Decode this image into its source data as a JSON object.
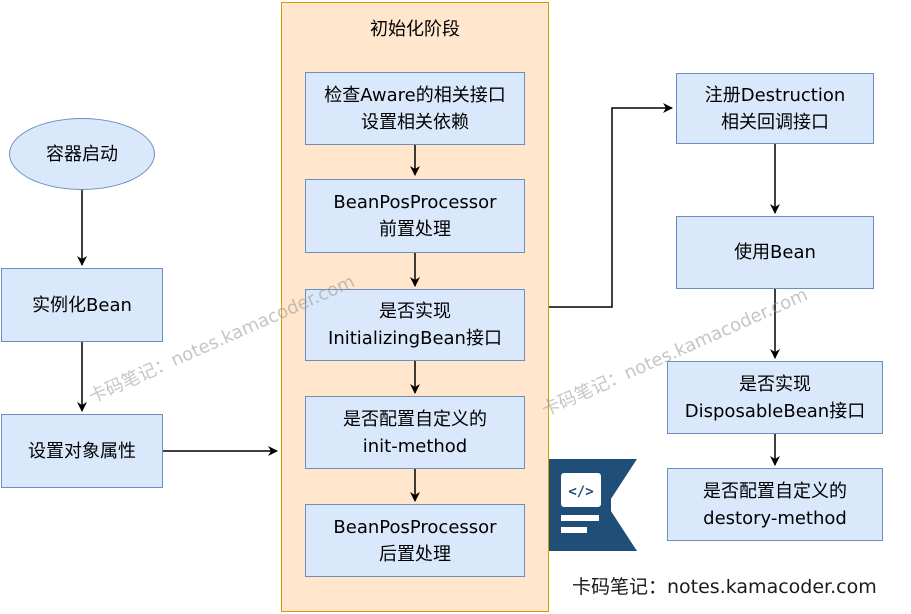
{
  "phase": {
    "title": "初始化阶段"
  },
  "nodes": {
    "container_start": "容器启动",
    "instantiate": "实例化Bean",
    "set_props": "设置对象属性",
    "aware": "检查Aware的相关接口\n设置相关依赖",
    "bpp_before": "BeanPosProcessor\n前置处理",
    "initializing": "是否实现\nInitializingBean接口",
    "init_method": "是否配置自定义的\ninit-method",
    "bpp_after": "BeanPosProcessor\n后置处理",
    "register_destruction": "注册Destruction\n相关回调接口",
    "use_bean": "使用Bean",
    "disposable": "是否实现\nDisposableBean接口",
    "destroy_method": "是否配置自定义的\ndestory-method"
  },
  "watermark": "卡码笔记：notes.kamacoder.com",
  "footer": "卡码笔记：notes.kamacoder.com",
  "colors": {
    "node_fill": "#dae8fc",
    "node_stroke": "#6c8ebf",
    "phase_fill": "#ffe6cc",
    "phase_stroke": "#d79b00",
    "logo": "#1f4e79"
  }
}
